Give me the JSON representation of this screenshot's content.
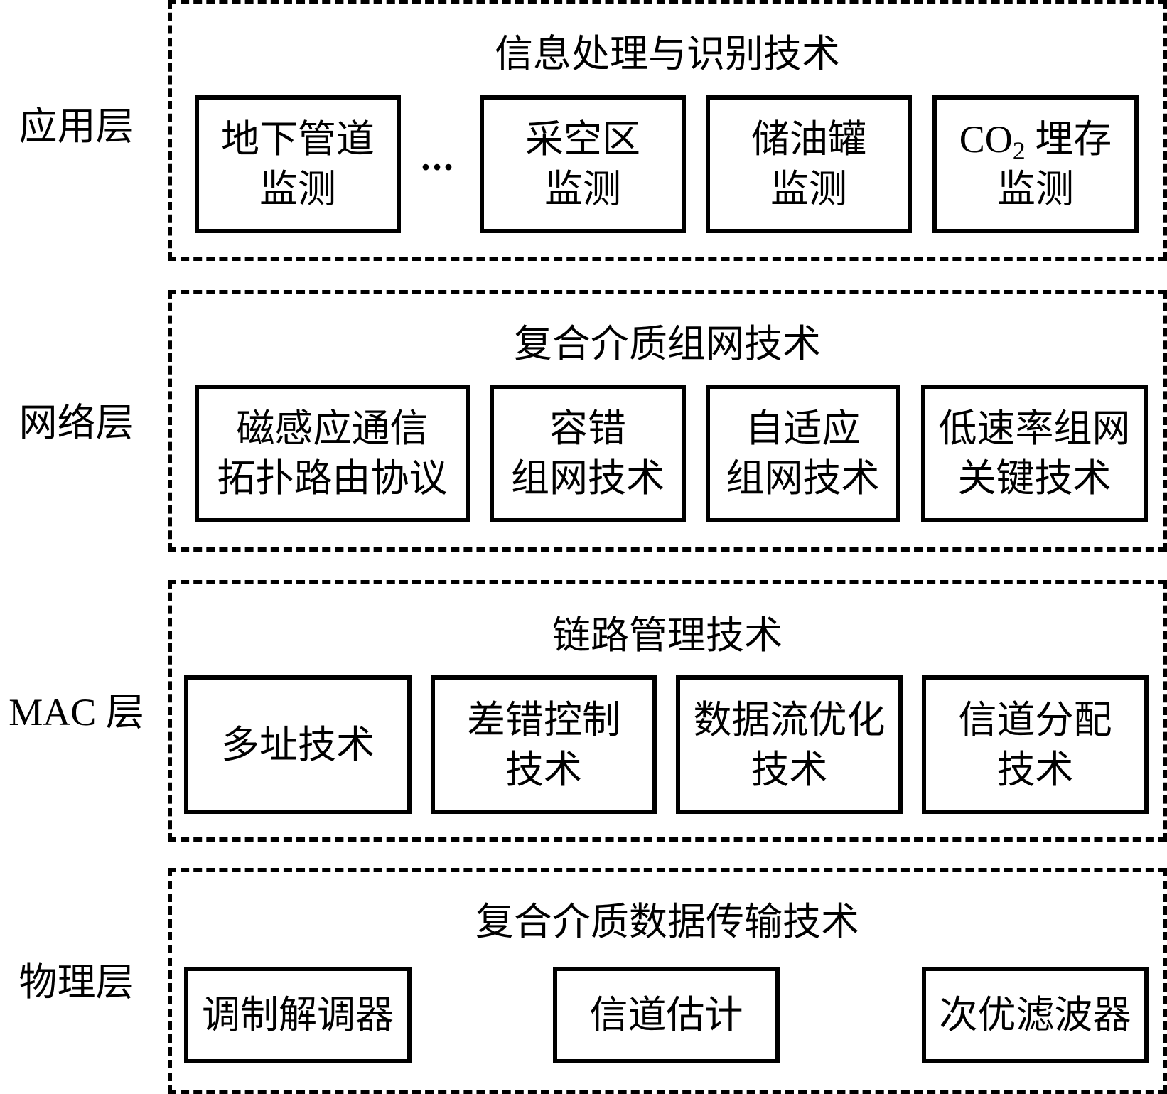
{
  "diagram": {
    "layers": [
      {
        "label": "应用层",
        "title": "信息处理与识别技术",
        "ellipsis": "···",
        "boxes": [
          {
            "lines": [
              "地下管道",
              "监测"
            ]
          },
          {
            "lines": [
              "采空区",
              "监测"
            ]
          },
          {
            "lines": [
              "储油罐",
              "监测"
            ]
          },
          {
            "lines": [
              "埋存",
              "监测"
            ],
            "prefix": "CO",
            "subscript": "2"
          }
        ]
      },
      {
        "label": "网络层",
        "title": "复合介质组网技术",
        "boxes": [
          {
            "lines": [
              "磁感应通信",
              "拓扑路由协议"
            ]
          },
          {
            "lines": [
              "容错",
              "组网技术"
            ]
          },
          {
            "lines": [
              "自适应",
              "组网技术"
            ]
          },
          {
            "lines": [
              "低速率组网",
              "关键技术"
            ]
          }
        ]
      },
      {
        "label": "MAC 层",
        "title": "链路管理技术",
        "boxes": [
          {
            "lines": [
              "多址技术"
            ]
          },
          {
            "lines": [
              "差错控制",
              "技术"
            ]
          },
          {
            "lines": [
              "数据流优化",
              "技术"
            ]
          },
          {
            "lines": [
              "信道分配",
              "技术"
            ]
          }
        ]
      },
      {
        "label": "物理层",
        "title": "复合介质数据传输技术",
        "boxes": [
          {
            "lines": [
              "调制解调器"
            ]
          },
          {
            "lines": [
              "信道估计"
            ]
          },
          {
            "lines": [
              "次优滤波器"
            ]
          }
        ]
      }
    ]
  }
}
